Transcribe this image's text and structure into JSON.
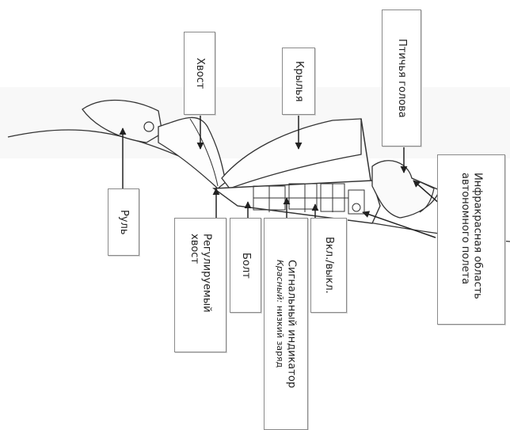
{
  "diagram": {
    "labels": {
      "tail": "Хвост",
      "wings": "Крылья",
      "bird_head": "Птичья голова",
      "ir_zone": "Инфракрасная область автономного полета",
      "rudder": "Руль",
      "adjustable_tail": "Регулируемый хвост",
      "bolt": "Болт",
      "signal_indicator": "Сигнальный индикатор",
      "signal_indicator_note_italic": "Красный:",
      "signal_indicator_note": "низкий заряд",
      "power_switch": "Вкл./выкл."
    },
    "colors": {
      "line": "#222222",
      "box_border": "#8a8a8a",
      "background": "#ffffff"
    }
  }
}
